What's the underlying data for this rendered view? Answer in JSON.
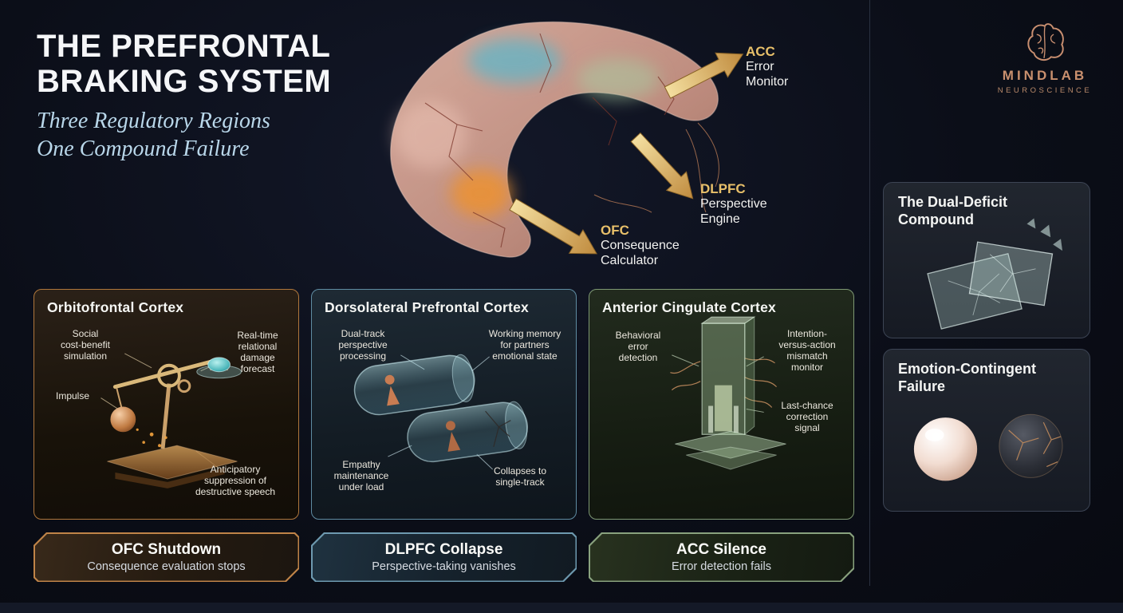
{
  "palette": {
    "background": "#0b0e18",
    "gold_arrow": "#d9b065",
    "ofc_accent": "#b0773c",
    "dlpfc_accent": "#5f8ca2",
    "acc_accent": "#7e9873",
    "subtitle_blue": "#b9d7ea",
    "logo_copper": "#c9906e"
  },
  "header": {
    "title_line1": "THE PREFRONTAL",
    "title_line2": "BRAKING SYSTEM",
    "subtitle_line1": "Three Regulatory Regions",
    "subtitle_line2": "One Compound Failure"
  },
  "logo": {
    "name": "MINDLAB",
    "subname": "NEUROSCIENCE"
  },
  "brain_labels": {
    "acc_abbr": "ACC",
    "acc_desc": "Error\nMonitor",
    "dlpfc_abbr": "DLPFC",
    "dlpfc_desc": "Perspective\nEngine",
    "ofc_abbr": "OFC",
    "ofc_desc": "Consequence\nCalculator"
  },
  "cards": [
    {
      "title": "Orbitofrontal Cortex",
      "labels": {
        "top_left": "Social\ncost-benefit\nsimulation",
        "top_right": "Real-time\nrelational\ndamage\nforecast",
        "mid_left": "Impulse",
        "bottom": "Anticipatory\nsuppression of\ndestructive speech"
      }
    },
    {
      "title": "Dorsolateral Prefrontal Cortex",
      "labels": {
        "top_left": "Dual-track\nperspective\nprocessing",
        "top_right": "Working memory\nfor partners\nemotional state",
        "bottom_left": "Empathy\nmaintenance\nunder load",
        "bottom_right": "Collapses to\nsingle-track"
      }
    },
    {
      "title": "Anterior Cingulate Cortex",
      "labels": {
        "top_left": "Behavioral\nerror\ndetection",
        "top_right": "Intention-\nversus-action\nmismatch\nmonitor",
        "mid_right": "Last-chance\ncorrection\nsignal"
      }
    }
  ],
  "sidebar": {
    "card1_title": "The Dual-Deficit\nCompound",
    "card2_title": "Emotion-Contingent\nFailure"
  },
  "banners": [
    {
      "title": "OFC Shutdown",
      "subtitle": "Consequence evaluation stops"
    },
    {
      "title": "DLPFC Collapse",
      "subtitle": "Perspective-taking vanishes"
    },
    {
      "title": "ACC Silence",
      "subtitle": "Error detection fails"
    }
  ]
}
